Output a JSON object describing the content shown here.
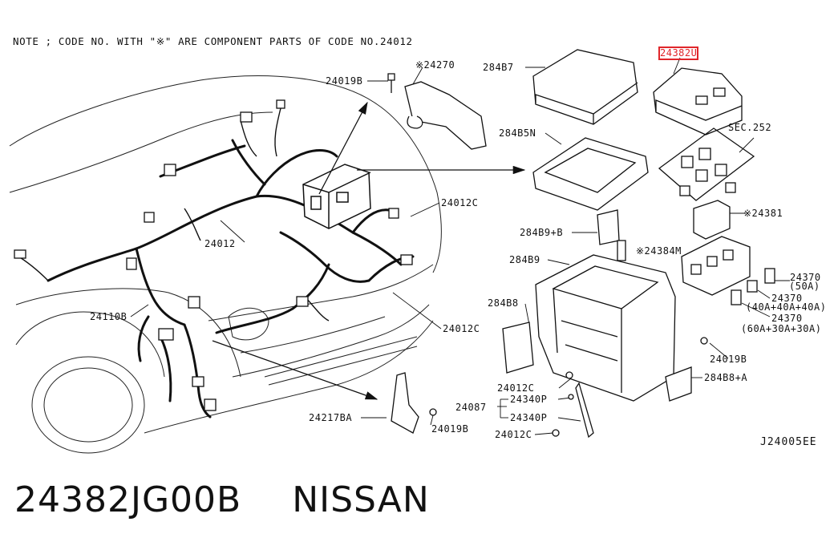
{
  "note": "NOTE ; CODE NO. WITH \"※\" ARE COMPONENT PARTS OF CODE NO.24012",
  "labels": {
    "l24270": "※24270",
    "l24019B_top": "24019B",
    "l284B7": "284B7",
    "l24382U": "24382U",
    "l284B5N": "284B5N",
    "lSEC252": "SEC.252",
    "l24012C_right": "24012C",
    "l24381": "※24381",
    "l24012": "24012",
    "l284B9B": "284B9+B",
    "l24384M": "※24384M",
    "l284B9": "284B9",
    "l24370_a": "24370",
    "l50A": "(50A)",
    "l24370_b": "24370",
    "l40A": "(40A+40A+40A)",
    "l24370_c": "24370",
    "l60A": "(60A+30A+30A)",
    "l284B8": "284B8",
    "l24110B": "24110B",
    "l24012C_mid": "24012C",
    "l24019B_right": "24019B",
    "l284B8A": "284B8+A",
    "l24012C_low": "24012C",
    "l24087": "24087",
    "l24340P_a": "24340P",
    "l24340P_b": "24340P",
    "l24217BA": "24217BA",
    "l24019B_bottom": "24019B",
    "l24012C_bottom": "24012C"
  },
  "diagram_code": "J24005EE",
  "caption": {
    "part_number": "24382JG00B",
    "brand": "NISSAN"
  },
  "highlight_color": "#e0262a"
}
